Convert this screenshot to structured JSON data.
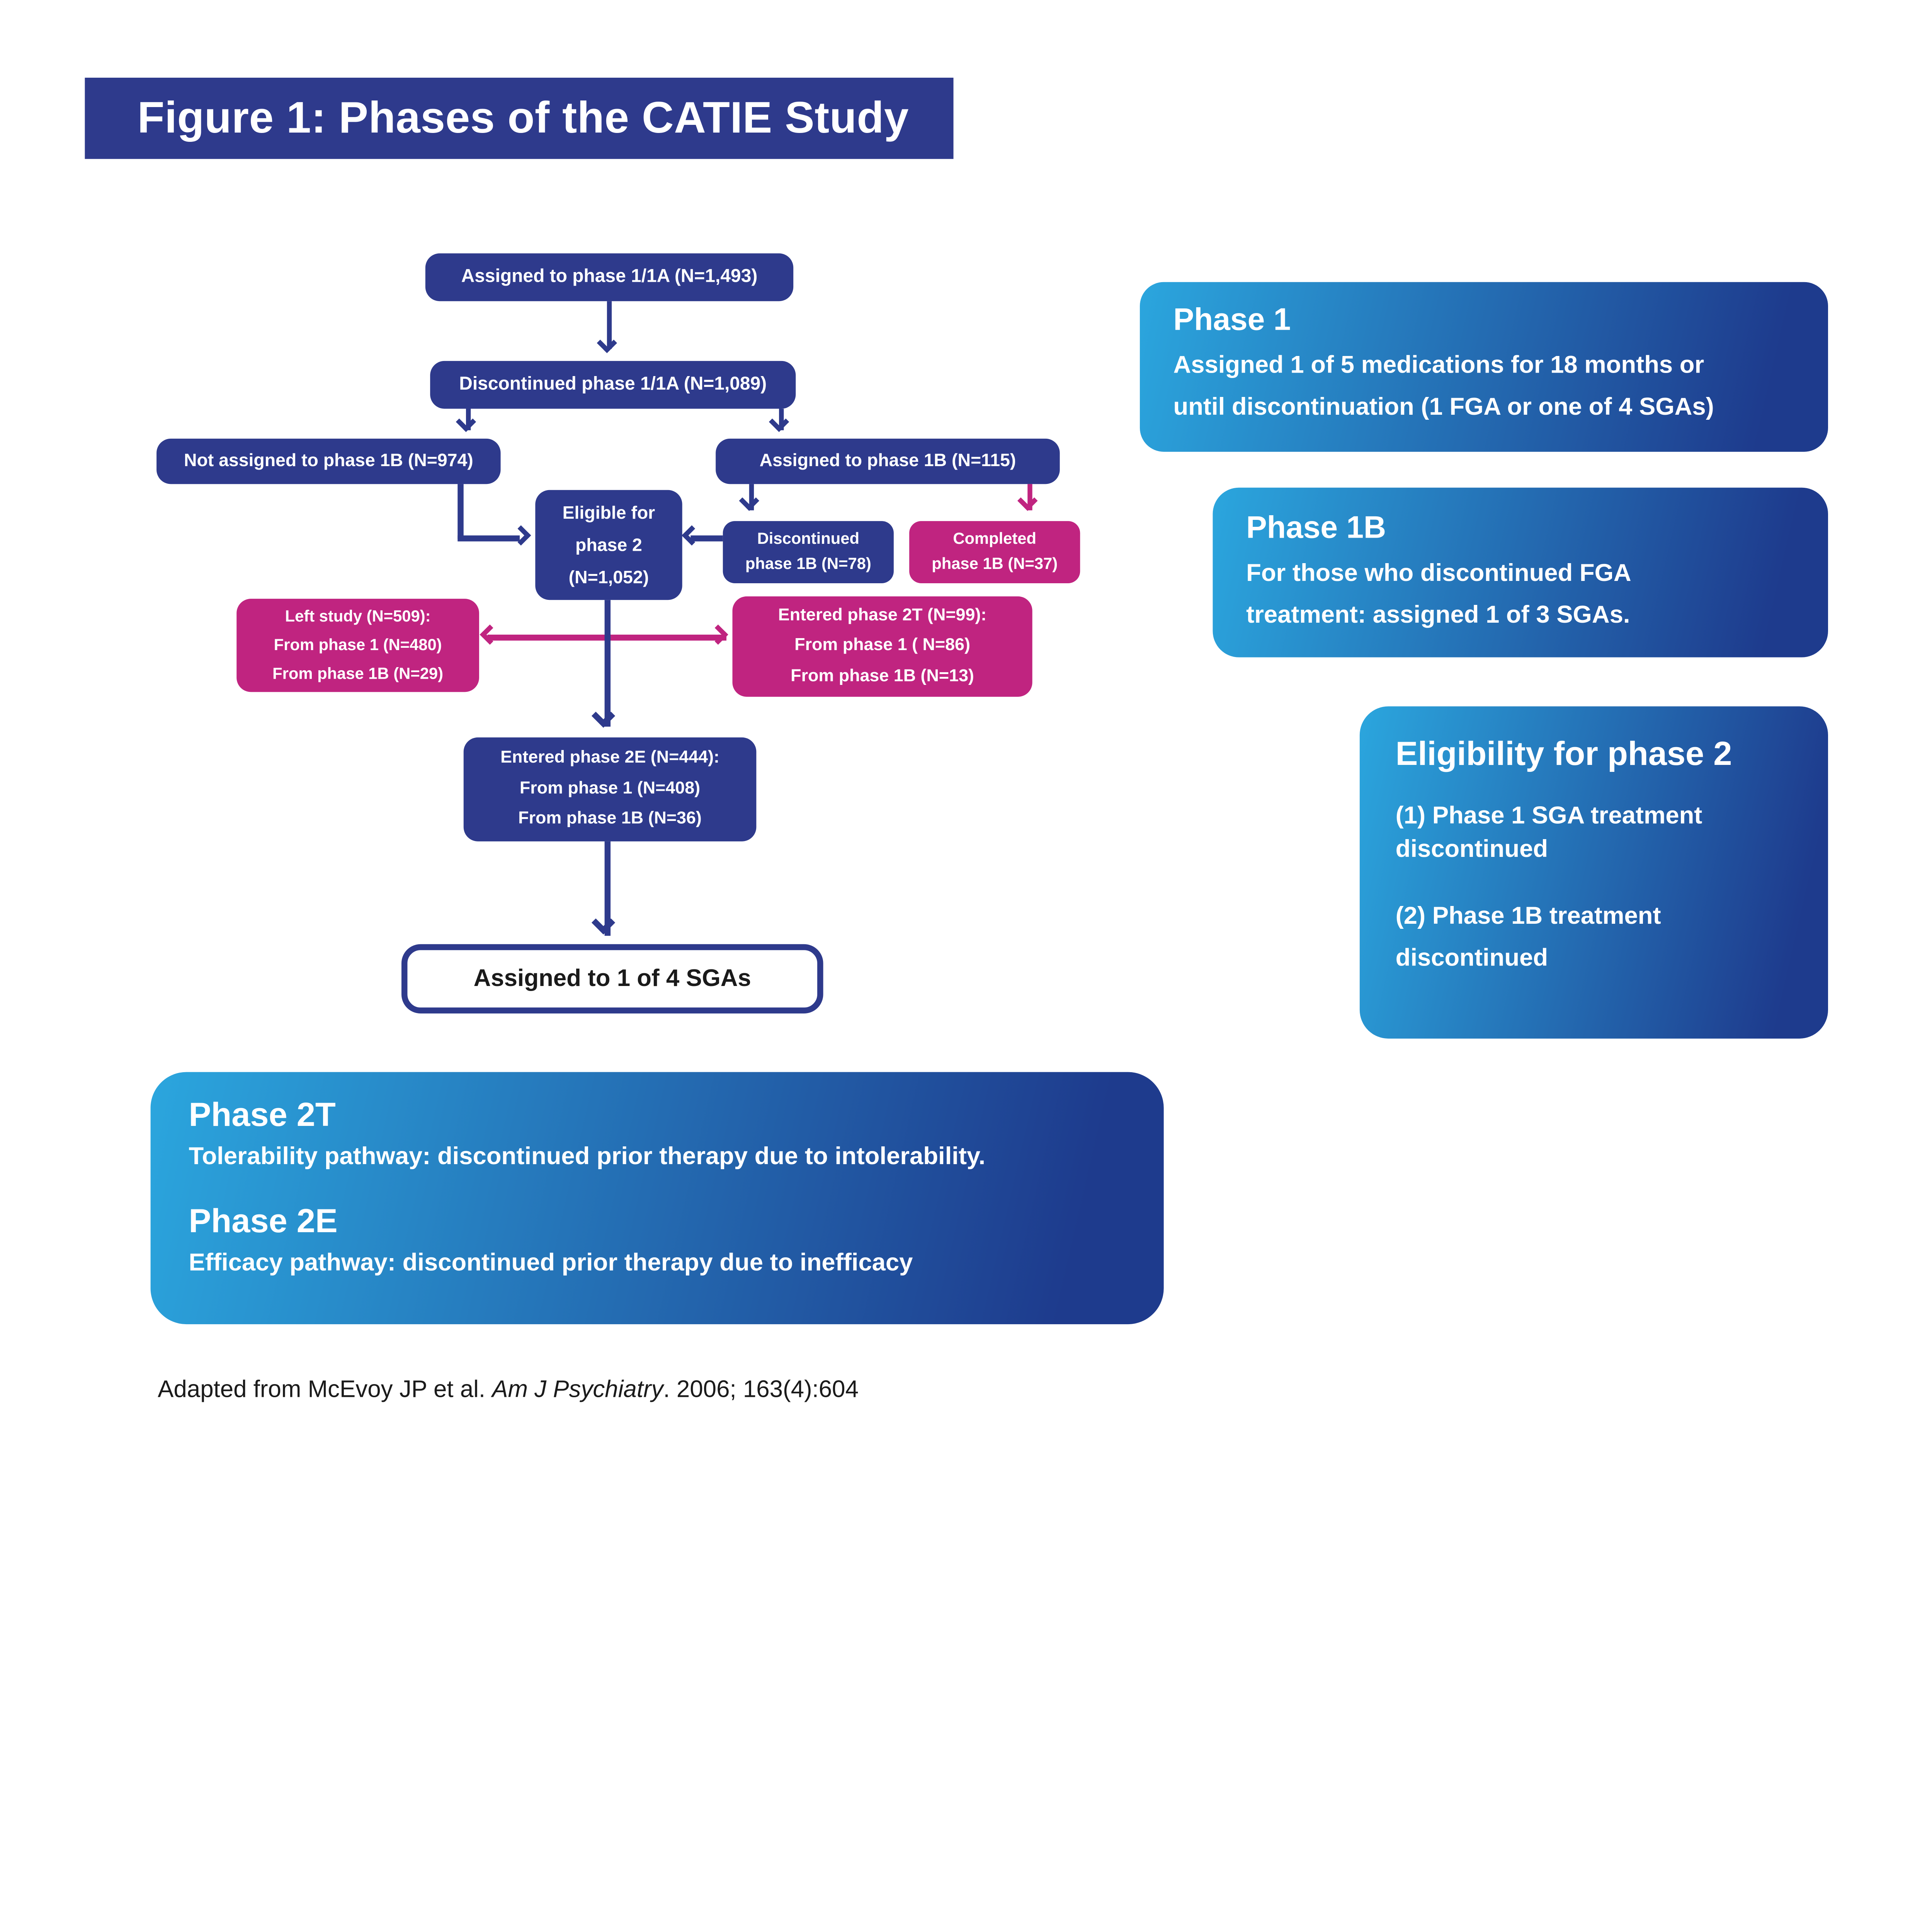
{
  "title": "Figure 1: Phases of the CATIE Study",
  "flowchart": {
    "assigned_1_1a": "Assigned to phase 1/1A (N=1,493)",
    "discontinued_1_1a": "Discontinued phase 1/1A (N=1,089)",
    "not_assigned_1b": "Not assigned to phase 1B (N=974)",
    "assigned_1b": "Assigned to phase 1B (N=115)",
    "eligible": [
      "Eligible for",
      "phase 2",
      "(N=1,052)"
    ],
    "discontinued_1b": [
      "Discontinued",
      "phase 1B (N=78)"
    ],
    "completed_1b": [
      "Completed",
      "phase 1B (N=37)"
    ],
    "left_study": [
      "Left study (N=509):",
      "From phase 1 (N=480)",
      "From phase 1B (N=29)"
    ],
    "entered_2t": [
      "Entered phase 2T (N=99):",
      "From phase 1 ( N=86)",
      "From phase 1B (N=13)"
    ],
    "entered_2e": [
      "Entered phase 2E (N=444):",
      "From phase 1 (N=408)",
      "From phase 1B (N=36)"
    ],
    "assigned_sgas": "Assigned to 1 of 4 SGAs"
  },
  "info_boxes": {
    "phase1": {
      "heading": "Phase 1",
      "body_lines": [
        "Assigned 1 of 5 medications for 18 months or",
        "until discontinuation (1 FGA or one of 4 SGAs)"
      ]
    },
    "phase1b": {
      "heading": "Phase 1B",
      "body_lines": [
        "For those who discontinued FGA",
        "treatment: assigned 1 of 3 SGAs."
      ]
    },
    "eligibility": {
      "heading": "Eligibility for phase 2",
      "item1": "(1) Phase 1 SGA treatment discontinued",
      "item2": "(2) Phase 1B treatment discontinued"
    },
    "phase2": {
      "heading_2t": "Phase 2T",
      "body_2t": "Tolerability pathway: discontinued prior therapy due to intolerability.",
      "heading_2e": "Phase 2E",
      "body_2e": "Efficacy pathway: discontinued prior therapy due to inefficacy"
    }
  },
  "caption": {
    "prefix": "Adapted from McEvoy JP et al. ",
    "journal": "Am J Psychiatry",
    "suffix": ". 2006; 163(4):604"
  },
  "colors": {
    "navy": "#2e3a8c",
    "magenta": "#c02480",
    "gradient_light": "#2ba6de",
    "gradient_dark": "#1e3b8d",
    "text_dark": "#1a1a1a"
  }
}
